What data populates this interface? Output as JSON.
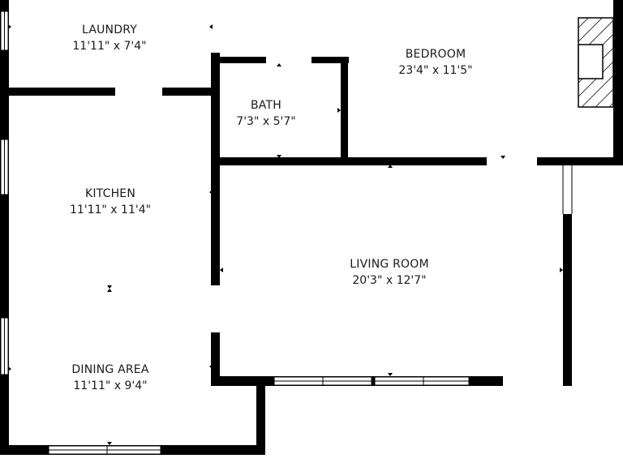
{
  "rooms": {
    "laundry": {
      "name": "LAUNDRY",
      "dims": "11'11\" x 7'4\""
    },
    "bedroom": {
      "name": "BEDROOM",
      "dims": "23'4\" x 11'5\""
    },
    "bath": {
      "name": "BATH",
      "dims": "7'3\" x 5'7\""
    },
    "kitchen": {
      "name": "KITCHEN",
      "dims": "11'11\" x 11'4\""
    },
    "living_room": {
      "name": "LIVING ROOM",
      "dims": "20'3\" x 12'7\""
    },
    "dining_area": {
      "name": "DINING AREA",
      "dims": "11'11\" x 9'4\""
    }
  },
  "colors": {
    "wall": "#000000",
    "window": "#ffffff",
    "background": "#ffffff"
  },
  "icons": [
    "fireplace-icon",
    "door-marker-icon"
  ]
}
